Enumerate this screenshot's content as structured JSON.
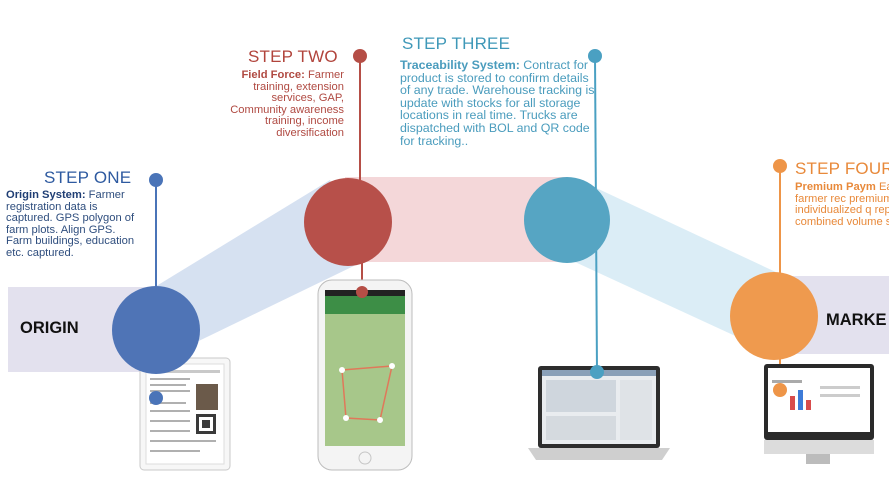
{
  "steps": [
    {
      "title": "STEP ONE",
      "desc_bold": "Origin System:",
      "desc": " Farmer registration data is captured. GPS polygon of farm plots. Align GPS. Farm buildings, education etc. captured.",
      "color": "#4a74b8"
    },
    {
      "title": "STEP TWO",
      "desc_bold": "Field Force:",
      "desc": " Farmer training, extension services, GAP, Community awareness training, income diversification",
      "color": "#b54e46"
    },
    {
      "title": "STEP THREE",
      "desc_bold": "Traceability System:",
      "desc": " Contract for product is stored to confirm details of any trade. Warehouse tracking is update with stocks for all storage locations in real time. Trucks are dispatched with BOL and QR code for tracking..",
      "color": "#4aa0c2"
    },
    {
      "title": "STEP FOUR",
      "desc_bold": "Premium Paym",
      "desc": " Each farmer rec premium based individualized q report combined volume sold",
      "color": "#ee9548"
    }
  ],
  "hubs": {
    "origin": "ORIGIN",
    "market": "MARKE"
  }
}
